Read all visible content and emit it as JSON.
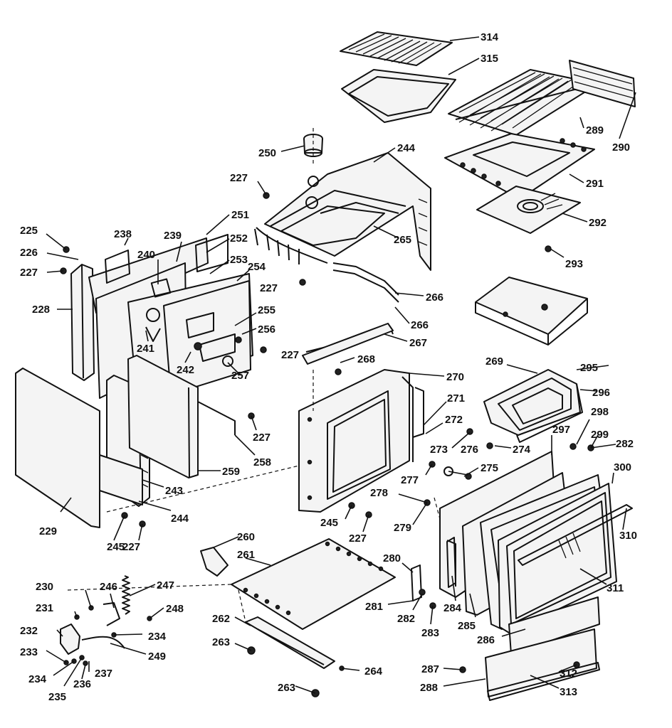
{
  "labels": [
    "314",
    "315",
    "290",
    "289",
    "291",
    "292",
    "293",
    "250",
    "244",
    "227",
    "251",
    "252",
    "253",
    "254",
    "255",
    "256",
    "257",
    "238",
    "239",
    "240",
    "241",
    "242",
    "225",
    "226",
    "228",
    "265",
    "266",
    "267",
    "268",
    "270",
    "271",
    "272",
    "273",
    "274",
    "276",
    "277",
    "275",
    "278",
    "279",
    "269",
    "295",
    "296",
    "298",
    "297",
    "299",
    "282",
    "300",
    "310",
    "311",
    "229",
    "245",
    "243",
    "259",
    "258",
    "260",
    "261",
    "280",
    "281",
    "283",
    "284",
    "285",
    "286",
    "230",
    "231",
    "232",
    "233",
    "234",
    "235",
    "236",
    "237",
    "246",
    "247",
    "248",
    "249",
    "262",
    "263",
    "264",
    "287",
    "288",
    "312",
    "313"
  ]
}
